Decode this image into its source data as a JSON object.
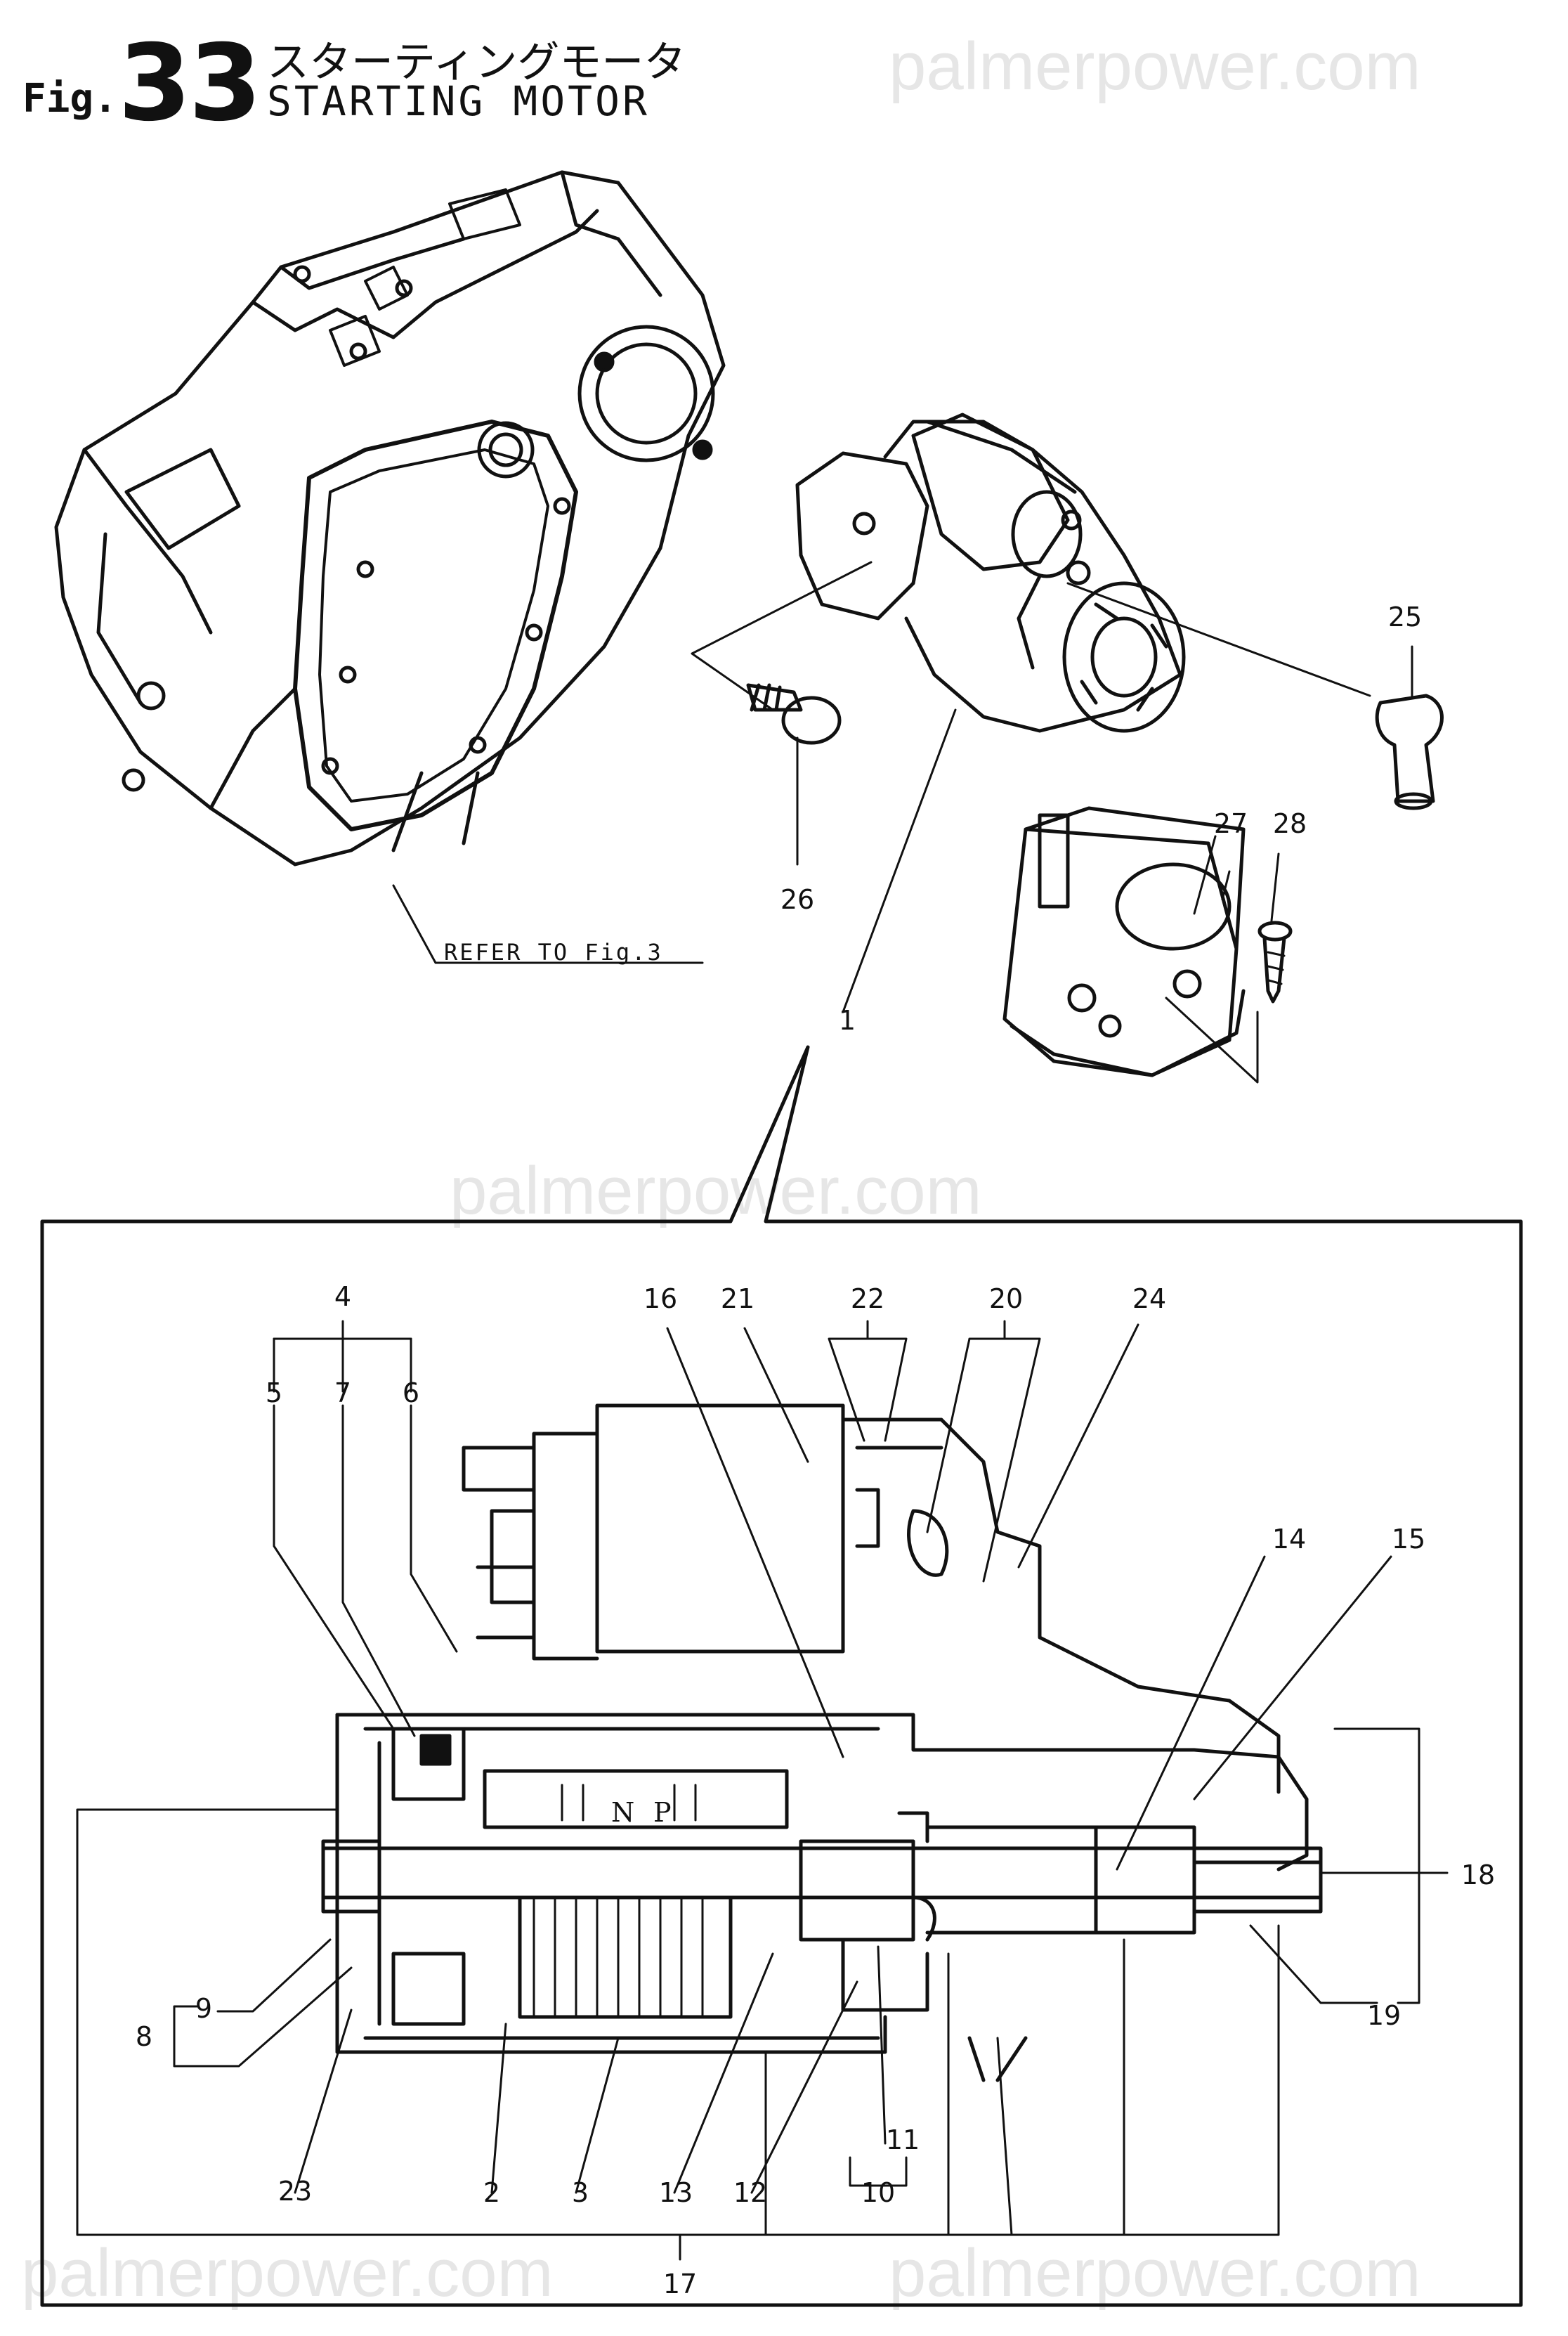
{
  "header": {
    "fig_prefix": "Fig.",
    "fig_number": "33",
    "title_jp": "スターティングモータ",
    "title_en": "STARTING MOTOR"
  },
  "watermark": {
    "text": "palmerpower.com"
  },
  "note": {
    "refer": "REFER TO Fig.3"
  },
  "callouts": {
    "c1": "1",
    "c2": "2",
    "c3": "3",
    "c4": "4",
    "c5": "5",
    "c6": "6",
    "c7": "7",
    "c8": "8",
    "c9": "9",
    "c10": "10",
    "c11": "11",
    "c12": "12",
    "c13": "13",
    "c14": "14",
    "c15": "15",
    "c16": "16",
    "c17": "17",
    "c18": "18",
    "c19": "19",
    "c20": "20",
    "c21": "21",
    "c22": "22",
    "c23": "23",
    "c24": "24",
    "c25": "25",
    "c26": "26",
    "c27": "27",
    "c28": "28"
  },
  "armature_marks": {
    "n": "N",
    "p": "P"
  },
  "colors": {
    "ink": "#111111",
    "watermark": "#e6e6e6",
    "background": "#ffffff"
  }
}
